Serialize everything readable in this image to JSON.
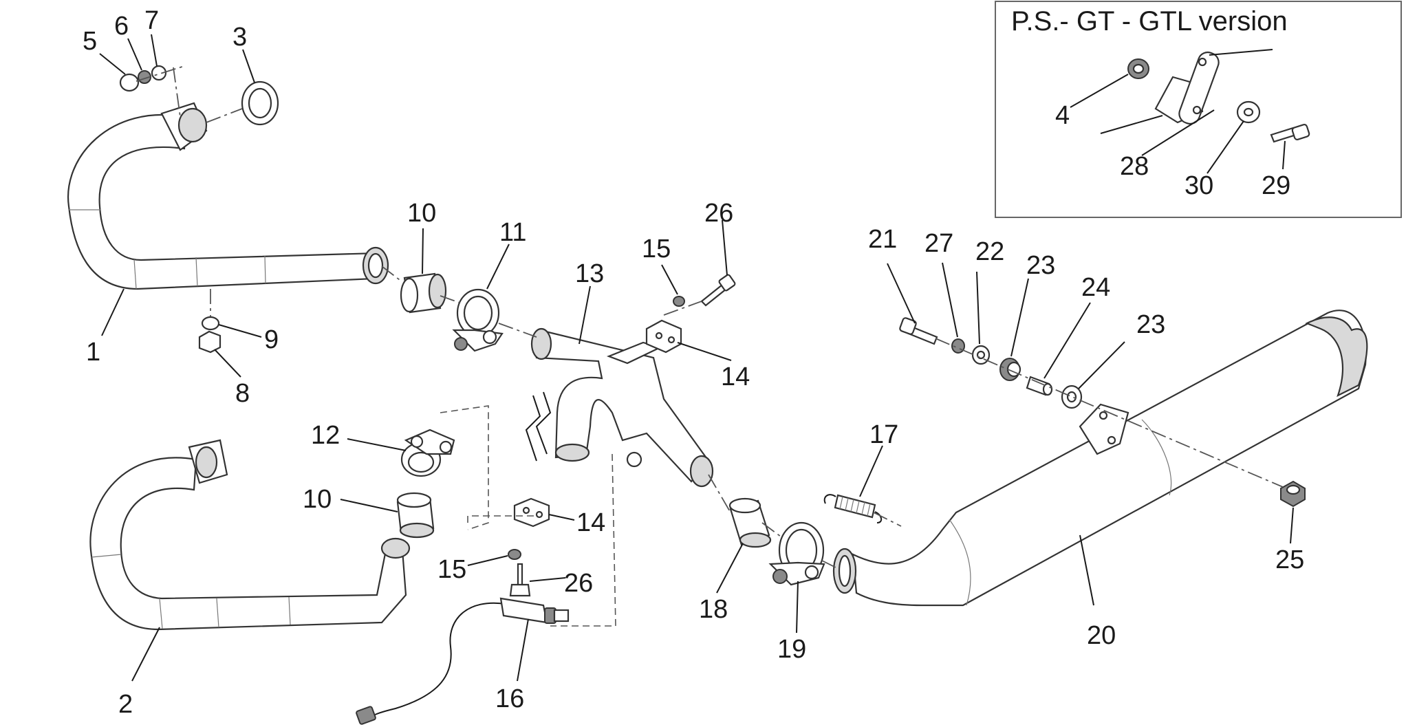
{
  "inset": {
    "title": "P.S.- GT - GTL version",
    "labels": [
      "4",
      "28",
      "30",
      "29"
    ]
  },
  "labels": {
    "l1": "1",
    "l2": "2",
    "l3": "3",
    "l5": "5",
    "l6": "6",
    "l7": "7",
    "l8": "8",
    "l9": "9",
    "l10a": "10",
    "l10b": "10",
    "l11": "11",
    "l12": "12",
    "l13": "13",
    "l14a": "14",
    "l14b": "14",
    "l15a": "15",
    "l15b": "15",
    "l16": "16",
    "l17": "17",
    "l18": "18",
    "l19": "19",
    "l20": "20",
    "l21": "21",
    "l22": "22",
    "l23a": "23",
    "l23b": "23",
    "l24": "24",
    "l25": "25",
    "l26a": "26",
    "l26b": "26",
    "l27": "27"
  }
}
